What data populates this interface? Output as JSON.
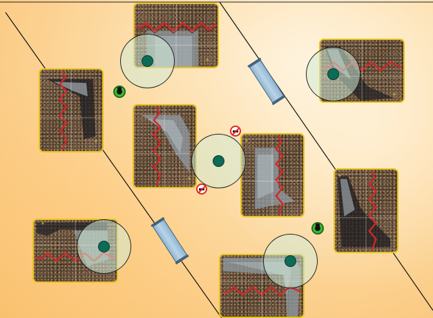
{
  "board": {
    "background_colors": [
      "#fde3b6",
      "#f8bf6c"
    ],
    "frame_line_color": "#000000",
    "tile_border_color": "#e8c21a",
    "wall_color": "#d02828",
    "zone_dot_color": "#0e6b55"
  },
  "tiles": [
    {
      "name": "tile-top-center",
      "terrain": "rock-with-water-corner",
      "icon": "map-tile"
    },
    {
      "name": "tile-left-middle",
      "terrain": "rock-with-water-edge",
      "icon": "map-tile"
    },
    {
      "name": "tile-center",
      "terrain": "rock-with-water-corner",
      "icon": "map-tile"
    },
    {
      "name": "tile-top-right",
      "terrain": "rock-with-water-diagonal",
      "icon": "map-tile"
    },
    {
      "name": "tile-center-right",
      "terrain": "rock-with-water-corner",
      "icon": "map-tile"
    },
    {
      "name": "tile-far-right",
      "terrain": "rock-with-water-diagonal",
      "icon": "map-tile"
    },
    {
      "name": "tile-bottom-left",
      "terrain": "rock-with-water-edge",
      "icon": "map-tile"
    },
    {
      "name": "tile-bottom-center",
      "terrain": "rock-with-water-edge",
      "icon": "map-tile"
    }
  ],
  "zones": [
    {
      "name": "zone-top-center",
      "icon": "range-circle-icon"
    },
    {
      "name": "zone-top-right",
      "icon": "range-circle-icon"
    },
    {
      "name": "zone-center",
      "icon": "range-circle-icon"
    },
    {
      "name": "zone-bottom-left",
      "icon": "range-circle-icon"
    },
    {
      "name": "zone-bottom-center",
      "icon": "range-circle-icon"
    }
  ],
  "bridges": [
    {
      "name": "bridge-upper",
      "icon": "bridge-icon"
    },
    {
      "name": "bridge-lower",
      "icon": "bridge-icon"
    }
  ],
  "tokens": [
    {
      "name": "token-left",
      "icon": "creature-token-icon",
      "color": "#3fbb3a"
    },
    {
      "name": "token-right",
      "icon": "creature-token-icon",
      "color": "#3fbb3a"
    }
  ],
  "markers": [
    {
      "name": "no-entry-marker-upper",
      "icon": "no-entry-icon",
      "color": "#e2271f"
    },
    {
      "name": "no-entry-marker-lower",
      "icon": "no-entry-icon",
      "color": "#e2271f"
    }
  ]
}
